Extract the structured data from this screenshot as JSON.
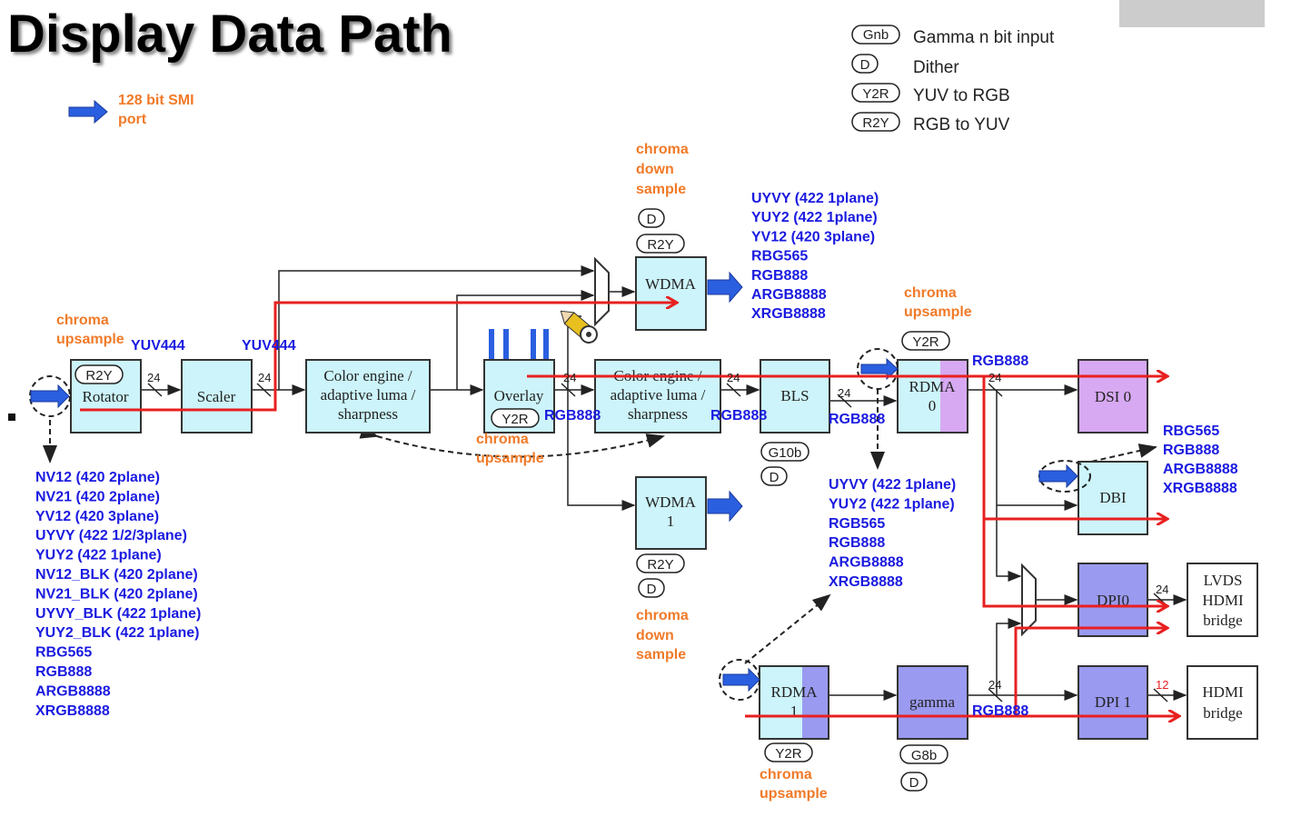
{
  "title": "Display Data Path",
  "legend": {
    "port_label_line1": "128 bit SMI",
    "port_label_line2": "port",
    "items": [
      {
        "symbol": "Gnb",
        "label": "Gamma n bit input"
      },
      {
        "symbol": "D",
        "label": "Dither"
      },
      {
        "symbol": "Y2R",
        "label": "YUV to RGB"
      },
      {
        "symbol": "R2Y",
        "label": "RGB to YUV"
      }
    ]
  },
  "blocks": {
    "rotator": "Rotator",
    "scaler": "Scaler",
    "color_engine_1": [
      "Color engine /",
      "adaptive luma /",
      "sharpness"
    ],
    "overlay": "Overlay",
    "color_engine_2": [
      "Color engine /",
      "adaptive luma /",
      "sharpness"
    ],
    "bls": "BLS",
    "rdma0": [
      "RDMA",
      "0"
    ],
    "dsi0": "DSI 0",
    "dbi": "DBI",
    "dpi0": "DPI0",
    "dpi1": "DPI 1",
    "lvds": [
      "LVDS",
      "HDMI",
      "bridge"
    ],
    "hdmi": [
      "HDMI",
      "bridge"
    ],
    "wdma0": "WDMA",
    "wdma1": [
      "WDMA",
      "1"
    ],
    "rdma1": [
      "RDMA",
      "1"
    ],
    "gamma": "gamma"
  },
  "tags": {
    "r2y": "R2Y",
    "y2r": "Y2R",
    "d": "D",
    "g10b": "G10b",
    "g8b": "G8b"
  },
  "labels": {
    "chroma_upsample": [
      "chroma",
      "upsample"
    ],
    "chroma_down_sample": [
      "chroma",
      "down",
      "sample"
    ],
    "yuv444": "YUV444",
    "rgb888": "RGB888",
    "bits_24": "24",
    "bits_12": "12"
  },
  "formats": {
    "input": [
      "NV12 (420 2plane)",
      "NV21 (420 2plane)",
      "YV12 (420 3plane)",
      "UYVY  (422 1/2/3plane)",
      "YUY2 (422 1plane)",
      "NV12_BLK (420 2plane)",
      "NV21_BLK (420 2plane)",
      "UYVY_BLK (422 1plane)",
      "YUY2_BLK (422 1plane)",
      "RBG565",
      "RGB888",
      "ARGB8888",
      "XRGB8888"
    ],
    "wdma0_out": [
      "UYVY (422 1plane)",
      "YUY2 (422 1plane)",
      "YV12 (420 3plane)",
      "RBG565",
      "RGB888",
      "ARGB8888",
      "XRGB8888"
    ],
    "rdma_in": [
      "UYVY (422 1plane)",
      "YUY2 (422 1plane)",
      "RGB565",
      "RGB888",
      "ARGB8888",
      "XRGB8888"
    ],
    "dbi_in": [
      "RBG565",
      "RGB888",
      "ARGB8888",
      "XRGB8888"
    ]
  },
  "colors": {
    "path_red": "#e82020",
    "format_blue": "#1a1ae0",
    "note_orange": "#f07a28",
    "block_cyan": "#ccf4fa",
    "block_purple": "#d7a9f2",
    "block_blue": "#9a9af0"
  }
}
